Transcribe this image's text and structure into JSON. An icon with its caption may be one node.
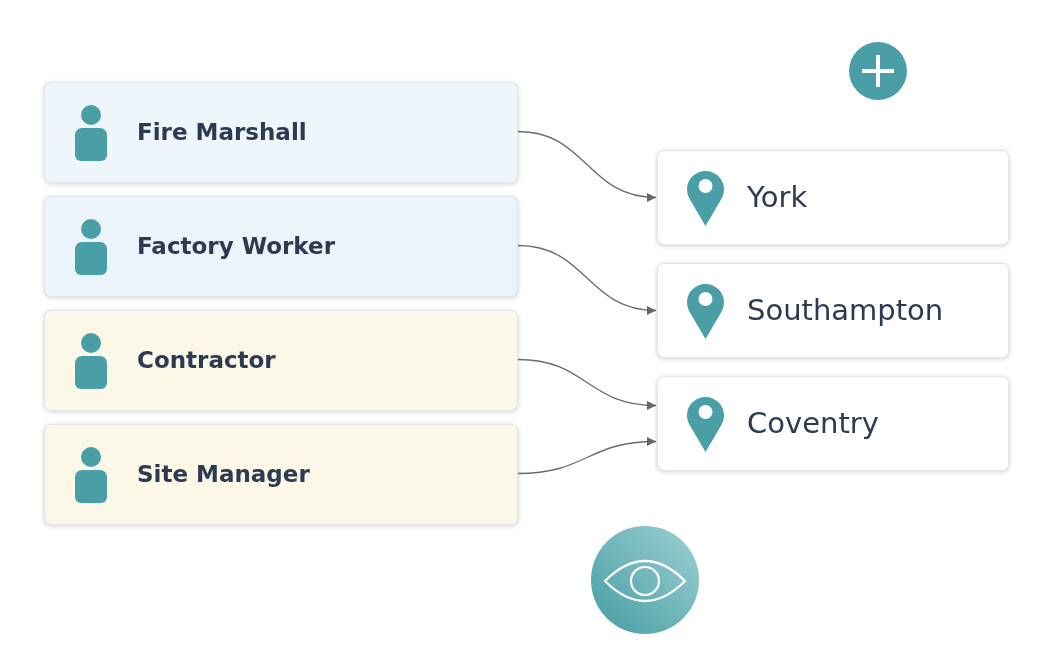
{
  "diagram": {
    "nodes": [
      {
        "text": [
          "Fire Marshall"
        ]
      },
      {
        "text": [
          "Factory Worker"
        ]
      },
      {
        "text": [
          "Contractor"
        ]
      },
      {
        "text": [
          "Site Manager"
        ]
      },
      {
        "text": [
          "York"
        ]
      },
      {
        "text": [
          "Southampton"
        ]
      },
      {
        "text": [
          "Coventry"
        ]
      }
    ],
    "edges": [
      {
        "from": 0,
        "to": 4,
        "arrow": "to"
      },
      {
        "from": 1,
        "to": 5,
        "arrow": "to"
      },
      {
        "from": 2,
        "to": 6,
        "arrow": "to"
      },
      {
        "from": 3,
        "to": 6,
        "arrow": "to"
      }
    ]
  }
}
